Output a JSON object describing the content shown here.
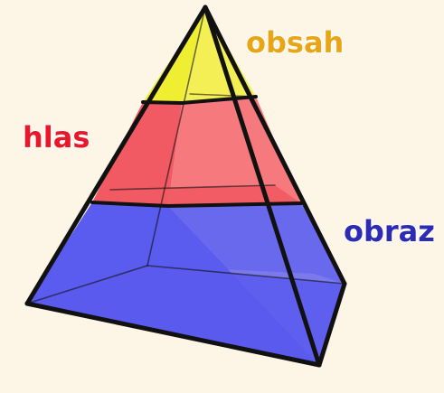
{
  "pyramid": {
    "layers": [
      {
        "label": "obsah",
        "fill": "#f0ee30",
        "text_color": "#e8a617"
      },
      {
        "label": "hlas",
        "fill": "#f25a63",
        "text_color": "#e8182a"
      },
      {
        "label": "obraz",
        "fill": "#5a5bef",
        "text_color": "#2b2bb4"
      }
    ],
    "background": "#fdf5e6",
    "edge_color": "#111111"
  }
}
